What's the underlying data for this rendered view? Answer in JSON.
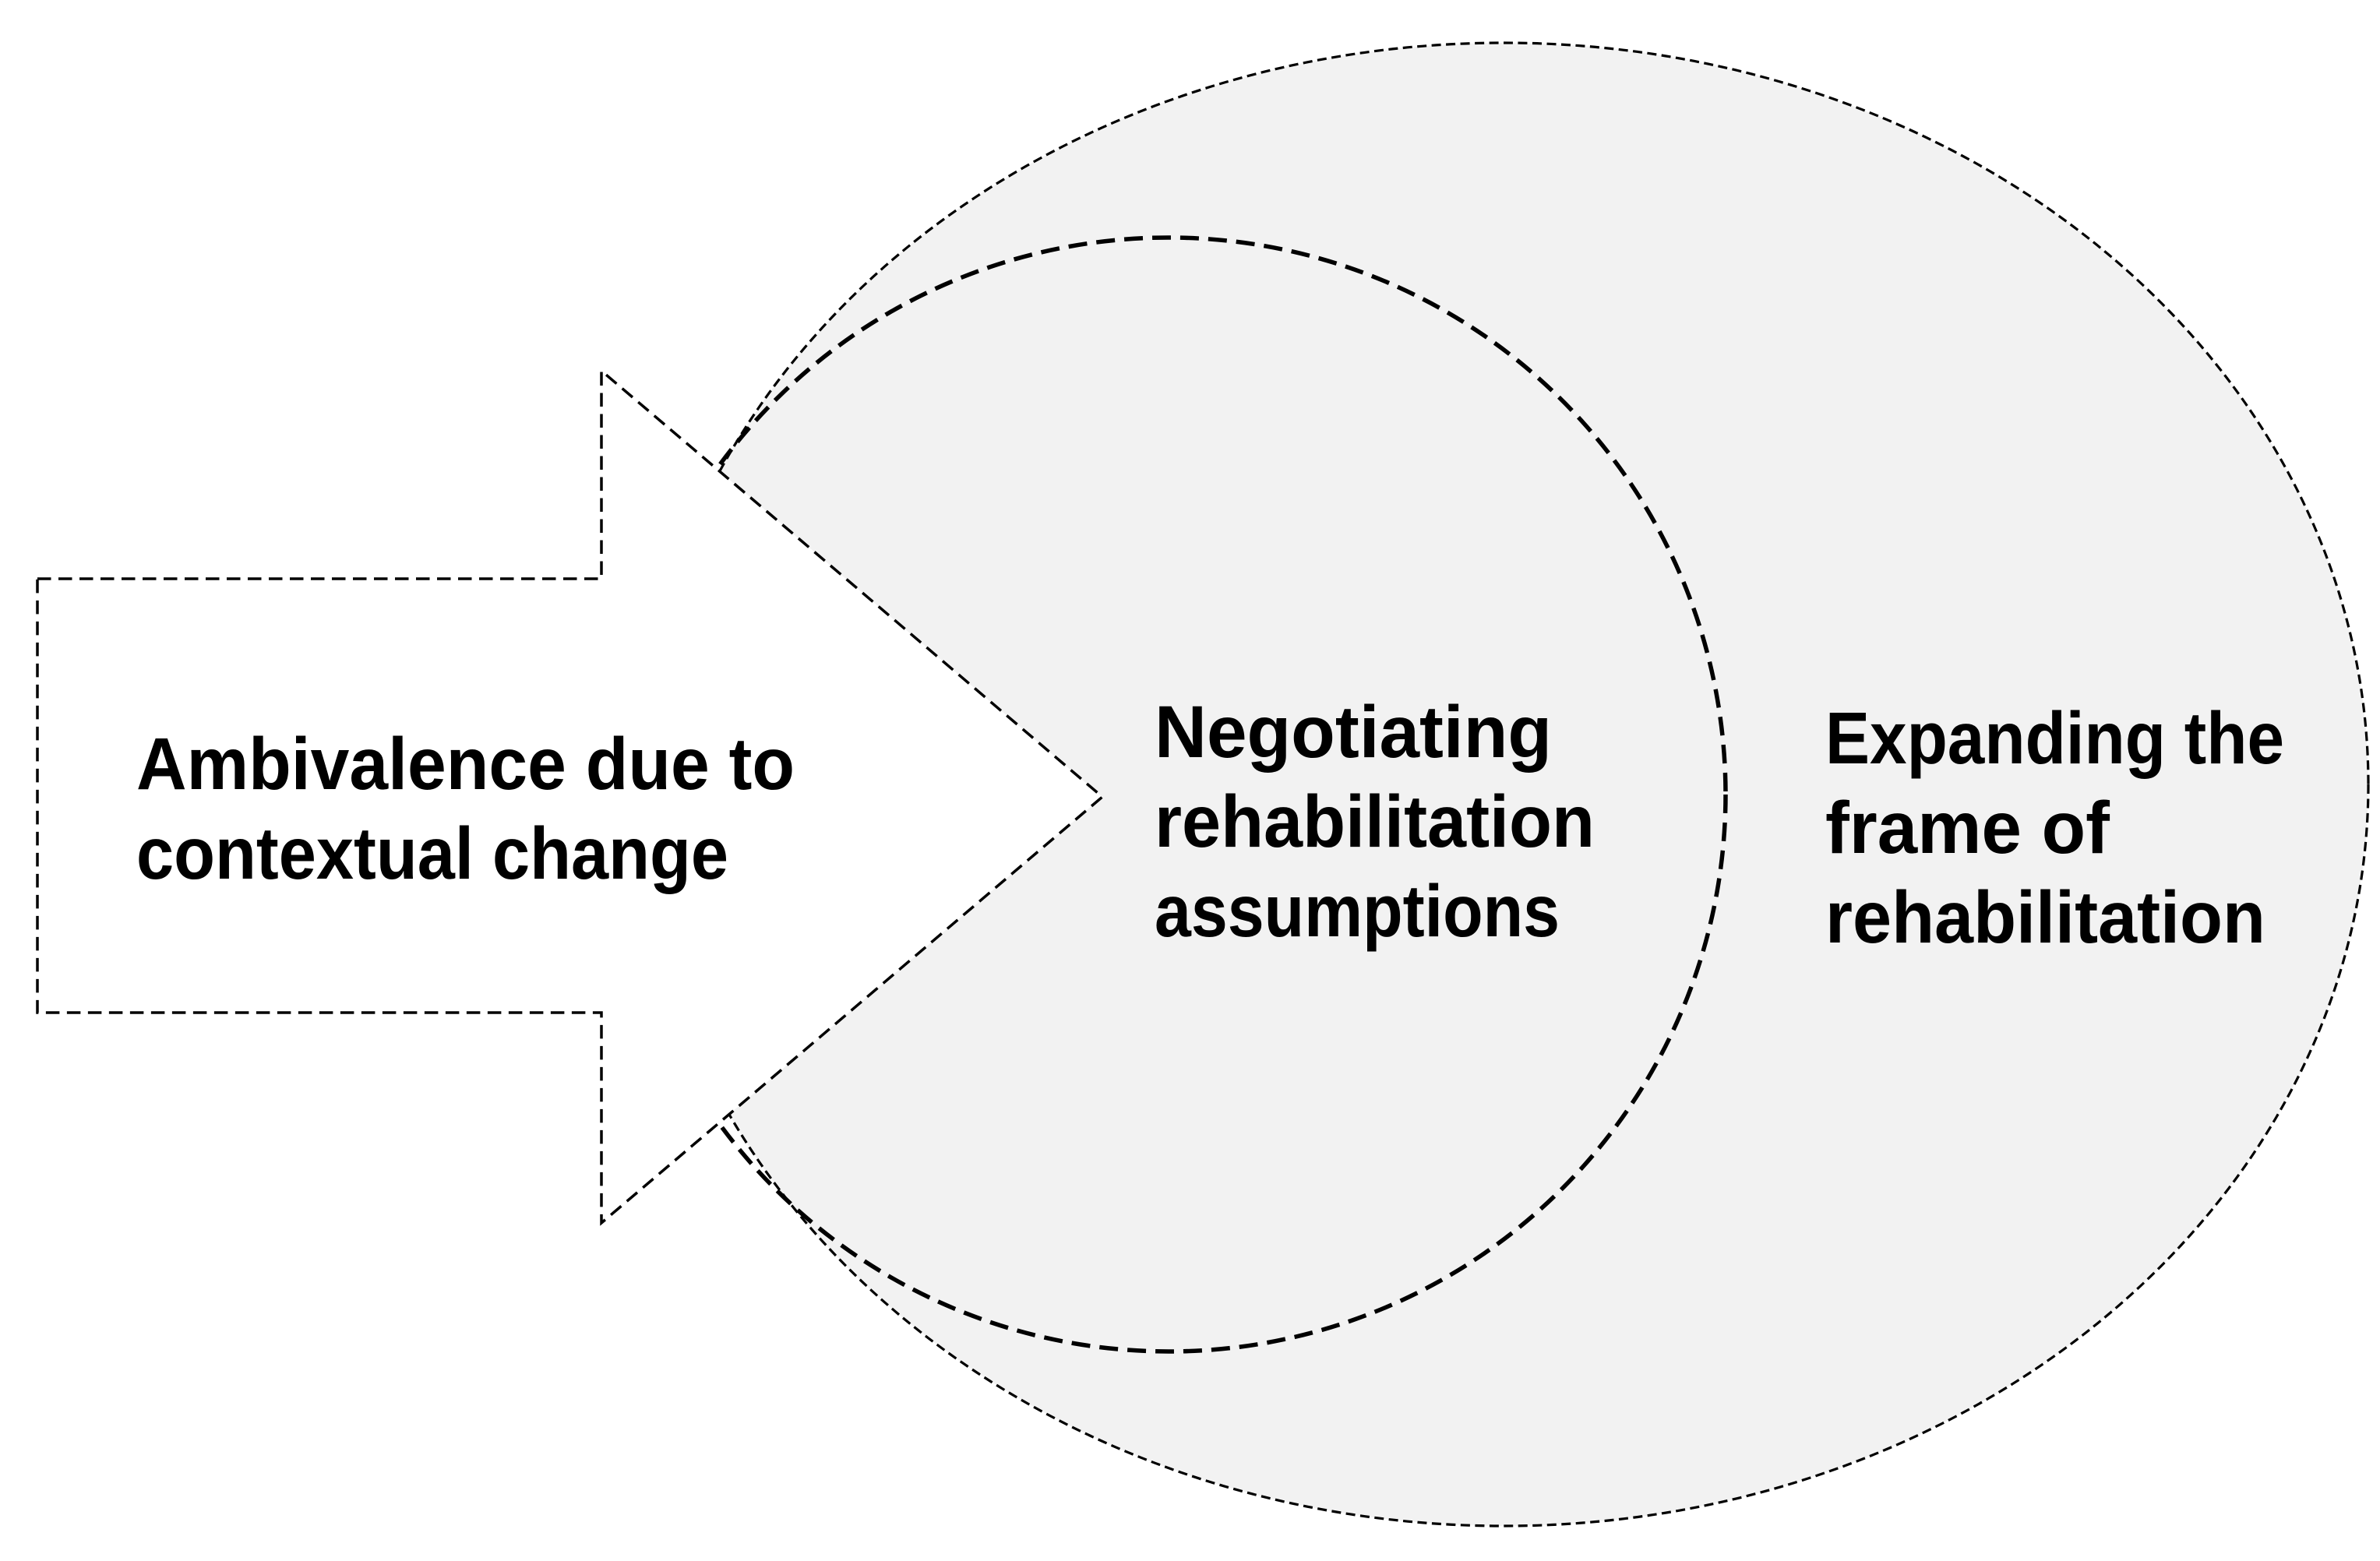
{
  "figure": {
    "colors": {
      "shape_fill": "#f2f2f2",
      "line": "#000000",
      "text": "#000000",
      "arrow_fill": "#ffffff"
    },
    "arrow_label": {
      "lines": [
        "Ambivalence due to",
        "contextual change"
      ]
    },
    "inner_circle_label": {
      "lines": [
        "Negotiating",
        "rehabilitation",
        "assumptions"
      ]
    },
    "outer_ellipse_label": {
      "lines": [
        "Expanding the",
        "frame of",
        "rehabilitation"
      ]
    }
  }
}
